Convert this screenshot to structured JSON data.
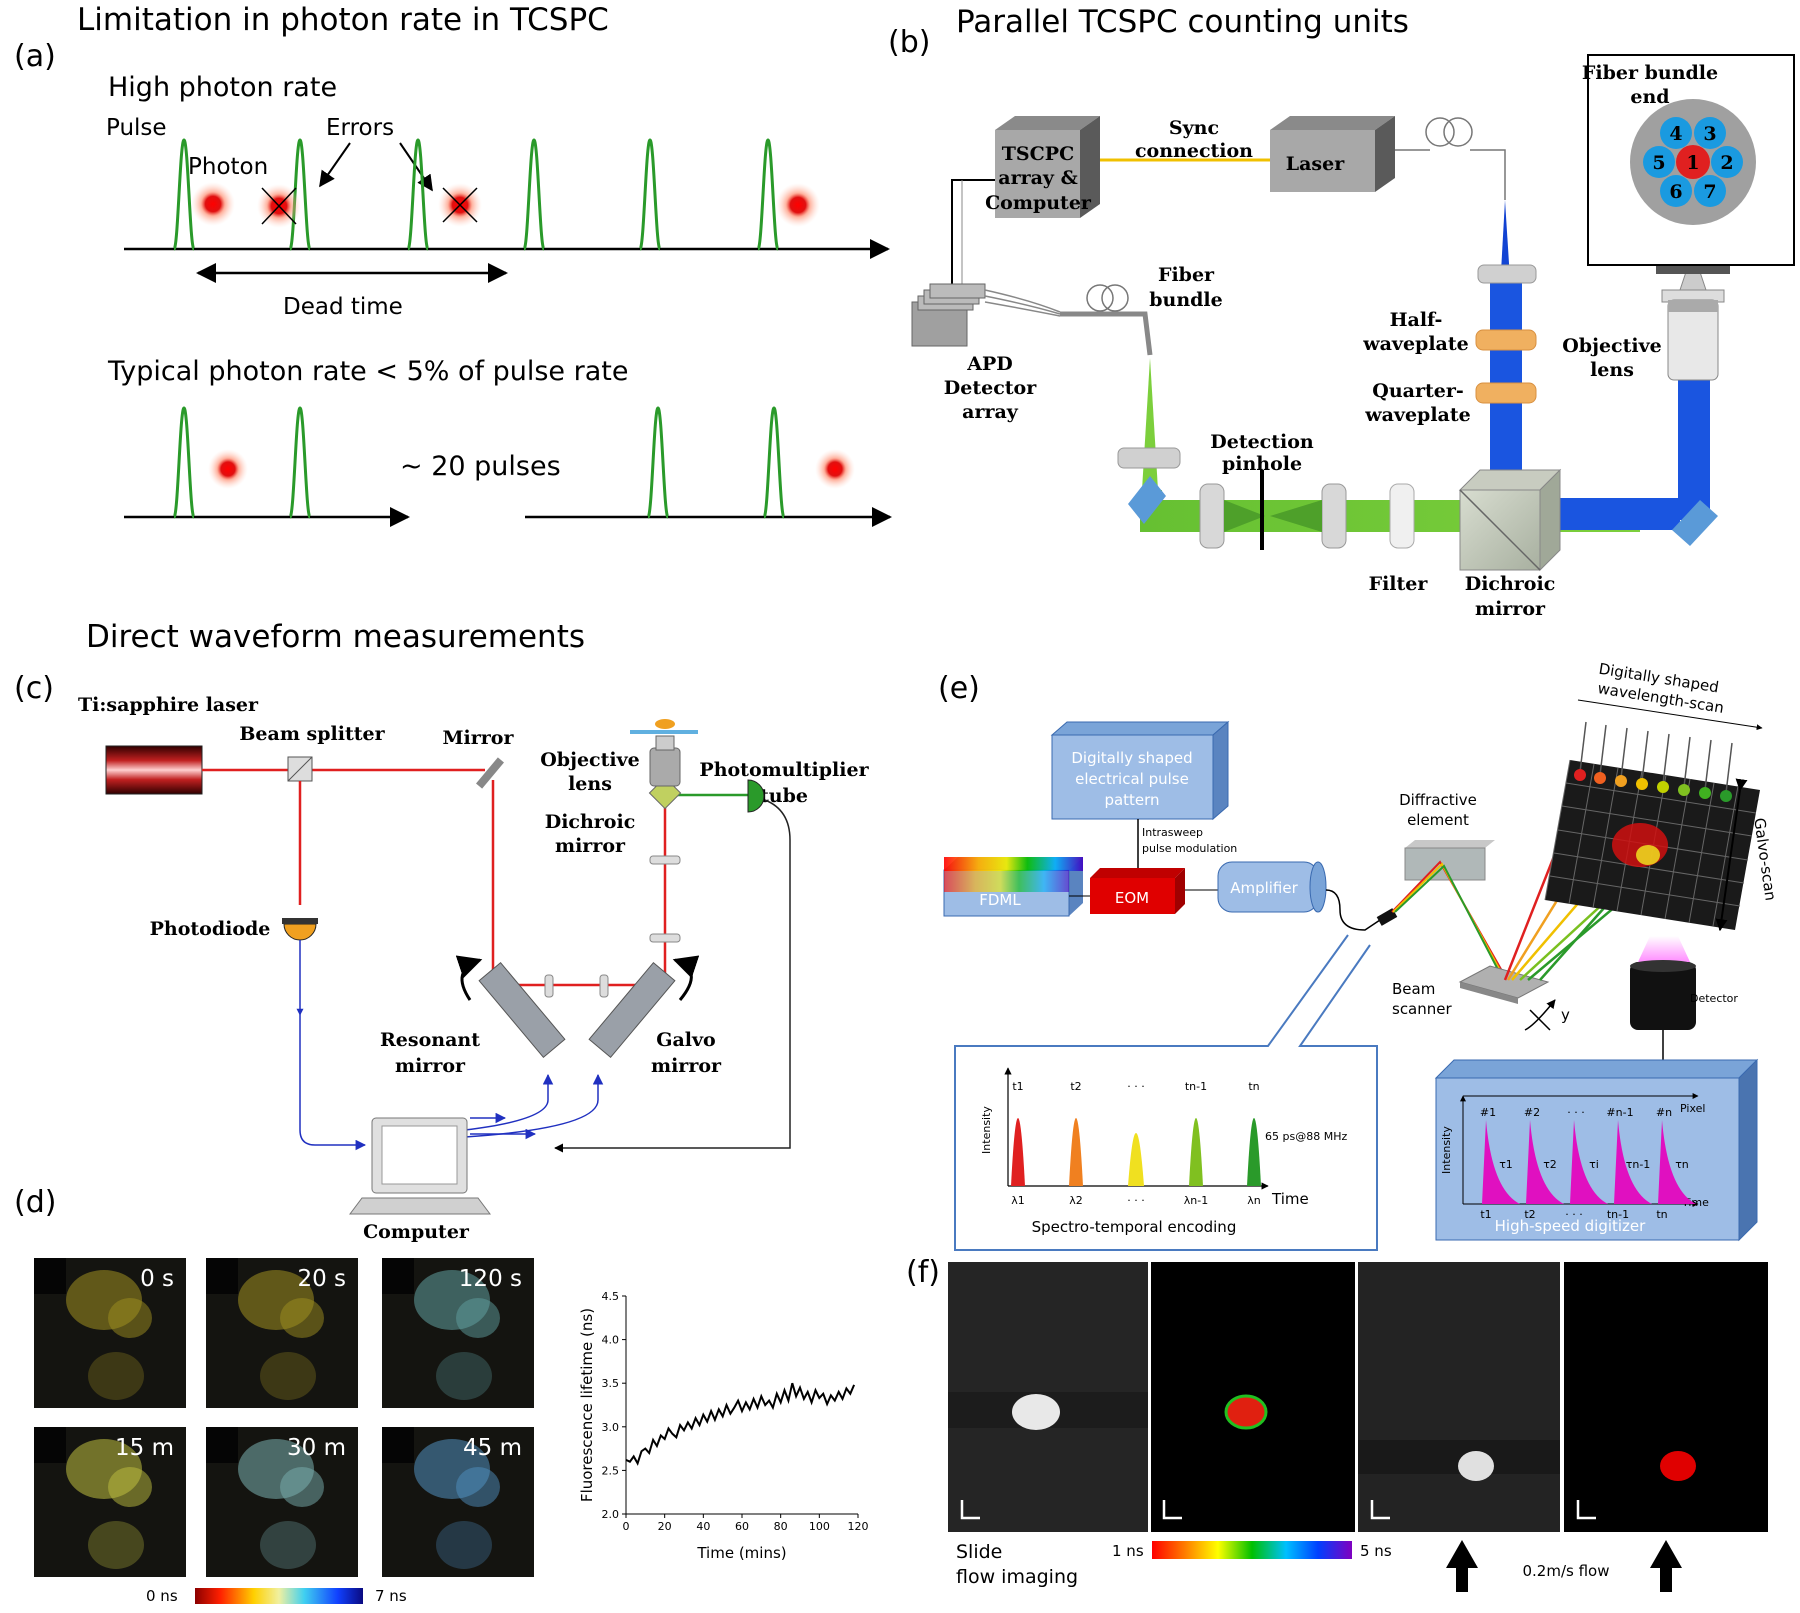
{
  "panel_a": {
    "title": "Limitation in photon rate in TCSPC",
    "label": "(a)",
    "high_rate": "High photon rate",
    "pulse": "Pulse",
    "photon": "Photon",
    "errors": "Errors",
    "dead_time": "Dead time",
    "typical": "Typical photon rate < 5% of pulse rate",
    "pulses": "~ 20 pulses"
  },
  "panel_b": {
    "title": "Parallel TCSPC counting units",
    "label": "(b)",
    "tcspc": [
      "TSCPC",
      "array &",
      "Computer"
    ],
    "sync": [
      "Sync",
      "connection"
    ],
    "laser": "Laser",
    "fiber_bundle_end": [
      "Fiber bundle",
      "end"
    ],
    "fiber_numbers": [
      "1",
      "2",
      "3",
      "4",
      "5",
      "6",
      "7"
    ],
    "fiber_bundle": [
      "Fiber",
      "bundle"
    ],
    "apd": [
      "APD",
      "Detector",
      "array"
    ],
    "half": [
      "Half-",
      "waveplate"
    ],
    "quarter": [
      "Quarter-",
      "waveplate"
    ],
    "objective": [
      "Objective",
      "lens"
    ],
    "pinhole": [
      "Detection",
      "pinhole"
    ],
    "filter": "Filter",
    "dichroic": [
      "Dichroic",
      "mirror"
    ]
  },
  "panel_c": {
    "section_title": "Direct waveform measurements",
    "label": "(c)",
    "laser": "Ti:sapphire laser",
    "beam_splitter": "Beam splitter",
    "mirror": "Mirror",
    "objective": [
      "Objective",
      "lens"
    ],
    "pmt": [
      "Photomultiplier",
      "tube"
    ],
    "dichroic": [
      "Dichroic",
      "mirror"
    ],
    "photodiode": "Photodiode",
    "resonant": [
      "Resonant",
      "mirror"
    ],
    "galvo": [
      "Galvo",
      "mirror"
    ],
    "computer": "Computer"
  },
  "panel_d": {
    "label": "(d)",
    "frame_labels": [
      "0 s",
      "20 s",
      "120 s",
      "15 m",
      "30 m",
      "45 m"
    ],
    "scale_min": "0 ns",
    "scale_max": "7 ns",
    "colors": [
      "#8b0000",
      "#ff2000",
      "#ffd000",
      "#f0f0a0",
      "#40d0f0",
      "#1040ff",
      "#0a0a80"
    ]
  },
  "panel_e": {
    "label": "(e)",
    "pulse_pattern": [
      "Digitally shaped",
      "electrical pulse",
      "pattern"
    ],
    "intrasweep": [
      "Intrasweep",
      "pulse modulation"
    ],
    "fdml": "FDML",
    "eom": "EOM",
    "amplifier": "Amplifier",
    "diffractive": [
      "Diffractive",
      "element"
    ],
    "beam_scanner": [
      "Beam",
      "scanner"
    ],
    "y_axis": "y",
    "wavelength_scan": [
      "Digitally shaped",
      "wavelength-scan"
    ],
    "galvo_scan": "Galvo-scan",
    "detector": "Detector",
    "encoding": {
      "ylabel": "Intensity",
      "times": [
        "t1",
        "t2",
        "· · ·",
        "tn-1",
        "tn"
      ],
      "lambdas": [
        "λ1",
        "λ2",
        "· · ·",
        "λn-1",
        "λn"
      ],
      "rate": "65 ps@88 MHz",
      "time_label": "Time",
      "caption": "Spectro-temporal encoding"
    },
    "digitizer": {
      "ylabel": "Intensity",
      "pulses": [
        "#1",
        "#2",
        "· · ·",
        "#n-1",
        "#n"
      ],
      "taus": [
        "τ1",
        "τ2",
        "τi",
        "τn-1",
        "τn"
      ],
      "times": [
        "t1",
        "t2",
        "· · ·",
        "tn-1",
        "tn"
      ],
      "pixel": "Pixel",
      "time_label": "Time",
      "caption": "High-speed digitizer"
    }
  },
  "panel_f": {
    "label": "(f)",
    "slide_caption": [
      "Slide",
      "flow imaging"
    ],
    "scale_min": "1 ns",
    "scale_max": "5 ns",
    "flow": "0.2m/s flow",
    "colors": [
      "#ff0000",
      "#ff8000",
      "#ffff00",
      "#00c000",
      "#00c0ff",
      "#0040ff",
      "#8000c0"
    ]
  },
  "chart_data": {
    "type": "line",
    "xlabel": "Time (mins)",
    "ylabel": "Fluorescence lifetime (ns)",
    "xlim": [
      0,
      120
    ],
    "ylim": [
      2.0,
      4.5
    ],
    "xticks": [
      0,
      20,
      40,
      60,
      80,
      100,
      120
    ],
    "yticks": [
      2.0,
      2.5,
      3.0,
      3.5,
      4.0,
      4.5
    ],
    "series": [
      {
        "values": [
          [
            0,
            2.62
          ],
          [
            2,
            2.6
          ],
          [
            4,
            2.66
          ],
          [
            6,
            2.58
          ],
          [
            8,
            2.72
          ],
          [
            10,
            2.75
          ],
          [
            12,
            2.7
          ],
          [
            14,
            2.85
          ],
          [
            16,
            2.78
          ],
          [
            18,
            2.9
          ],
          [
            20,
            2.86
          ],
          [
            22,
            2.98
          ],
          [
            24,
            2.92
          ],
          [
            26,
            2.88
          ],
          [
            28,
            3.02
          ],
          [
            30,
            2.96
          ],
          [
            32,
            3.05
          ],
          [
            34,
            2.98
          ],
          [
            36,
            3.1
          ],
          [
            38,
            3.02
          ],
          [
            40,
            3.14
          ],
          [
            42,
            3.06
          ],
          [
            44,
            3.18
          ],
          [
            46,
            3.08
          ],
          [
            48,
            3.2
          ],
          [
            50,
            3.12
          ],
          [
            52,
            3.25
          ],
          [
            54,
            3.15
          ],
          [
            56,
            3.22
          ],
          [
            58,
            3.3
          ],
          [
            60,
            3.18
          ],
          [
            62,
            3.28
          ],
          [
            64,
            3.2
          ],
          [
            66,
            3.32
          ],
          [
            68,
            3.22
          ],
          [
            70,
            3.35
          ],
          [
            72,
            3.25
          ],
          [
            74,
            3.3
          ],
          [
            76,
            3.22
          ],
          [
            78,
            3.38
          ],
          [
            80,
            3.28
          ],
          [
            82,
            3.42
          ],
          [
            84,
            3.3
          ],
          [
            86,
            3.5
          ],
          [
            88,
            3.35
          ],
          [
            90,
            3.45
          ],
          [
            92,
            3.32
          ],
          [
            94,
            3.4
          ],
          [
            96,
            3.28
          ],
          [
            98,
            3.42
          ],
          [
            100,
            3.33
          ],
          [
            102,
            3.38
          ],
          [
            104,
            3.26
          ],
          [
            106,
            3.36
          ],
          [
            108,
            3.3
          ],
          [
            110,
            3.4
          ],
          [
            112,
            3.32
          ],
          [
            114,
            3.44
          ],
          [
            116,
            3.38
          ],
          [
            118,
            3.48
          ]
        ]
      }
    ]
  }
}
